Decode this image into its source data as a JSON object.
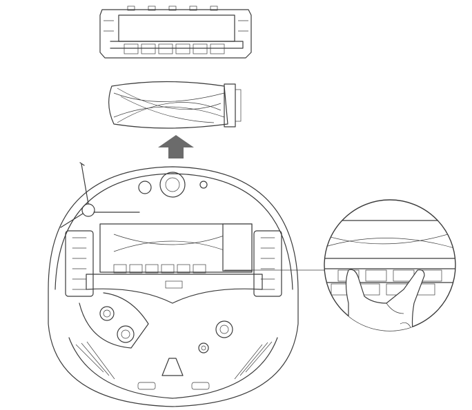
{
  "colors": {
    "line": "#3a3a3a",
    "arrow": "#6b6b6b",
    "background": "#ffffff",
    "hand": "#ffffff"
  },
  "arrow": {
    "direction": "up",
    "icon": "arrow-up-icon"
  },
  "parts": [
    "brush-guard",
    "main-brush",
    "robot-underside",
    "side-brush",
    "magnified-detail"
  ]
}
